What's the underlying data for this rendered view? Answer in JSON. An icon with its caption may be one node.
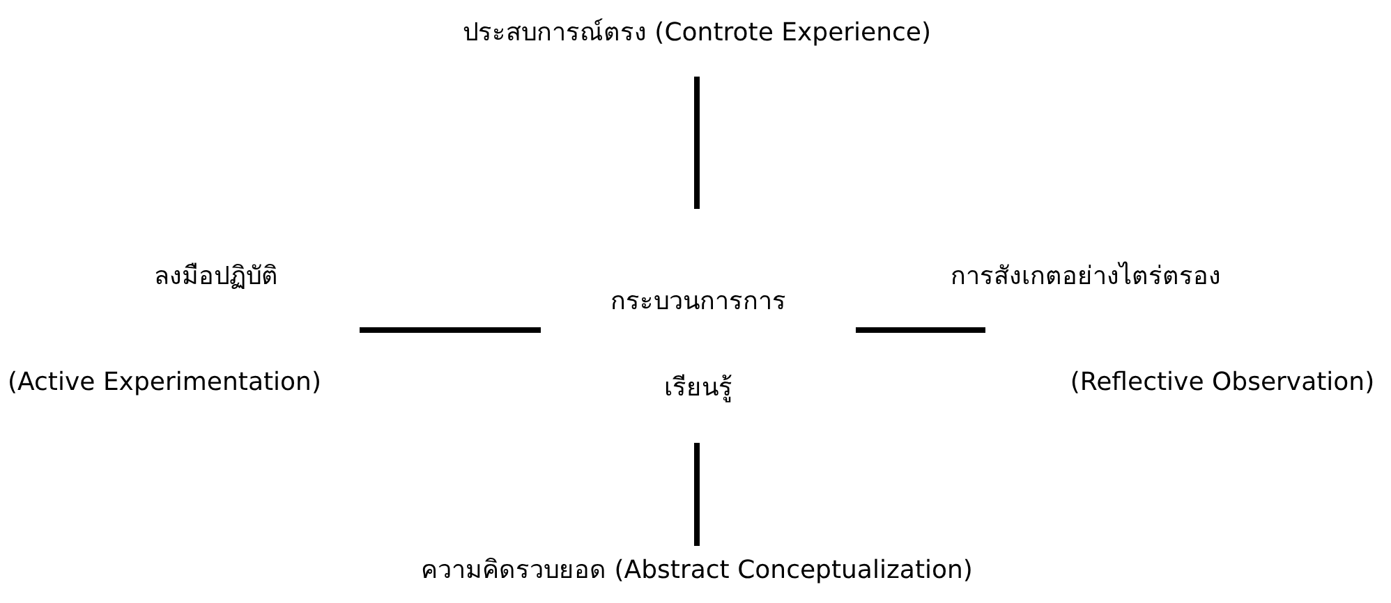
{
  "diagram": {
    "nodes": [
      {
        "text": [
          "ประสบการณ์ตรง (Controte Experience)"
        ]
      },
      {
        "text": [
          "ลงมือปฏิบัติ",
          "(Active Experimentation)"
        ]
      },
      {
        "text": [
          "กระบวนการการเรียนรู้"
        ]
      },
      {
        "text": [
          "การสังเกตอย่างไตร่ตรอง",
          "(Reflective Observation)"
        ]
      },
      {
        "text": [
          "ความคิดรวบยอด (Abstract Conceptualization)"
        ]
      }
    ],
    "edges": [
      {
        "from": 0,
        "to": 2,
        "arrow": "none"
      },
      {
        "from": 1,
        "to": 2,
        "arrow": "none"
      },
      {
        "from": 2,
        "to": 3,
        "arrow": "none"
      },
      {
        "from": 2,
        "to": 4,
        "arrow": "none"
      }
    ]
  }
}
